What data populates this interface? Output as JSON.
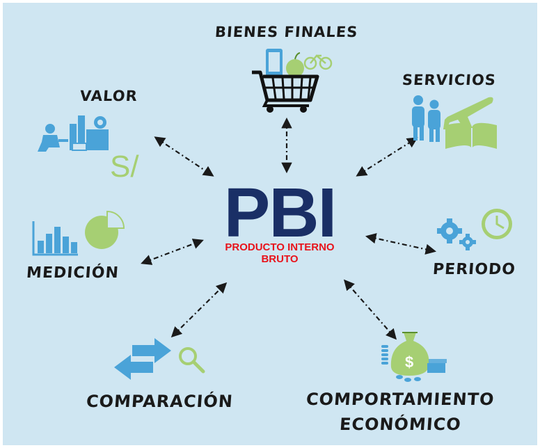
{
  "center": {
    "title": "PBI",
    "subtitle_line1": "PRODUCTO INTERNO",
    "subtitle_line2": "BRUTO"
  },
  "nodes": {
    "bienes_finales": "BIENES FINALES",
    "servicios": "SERVICIOS",
    "valor": "VALOR",
    "valor_currency": "S/",
    "medicion": "MEDICIÓN",
    "periodo": "PERIODO",
    "comparacion": "COMPARACIÓN",
    "comportamiento_line1": "COMPORTAMIENTO",
    "comportamiento_line2": "ECONÓMICO"
  },
  "colors": {
    "background": "#cfe6f2",
    "title": "#1a2f66",
    "subtitle": "#e8131b",
    "icon_blue": "#4aa3d8",
    "icon_green": "#a6cf73",
    "icon_dark": "#1a1a1a",
    "connector": "#1a1a1a"
  },
  "icons": [
    "shopping-cart-icon",
    "people-plane-book-icon",
    "worker-factory-icon",
    "bar-pie-chart-icon",
    "gears-clock-icon",
    "arrows-magnifier-icon",
    "money-bag-icon"
  ]
}
